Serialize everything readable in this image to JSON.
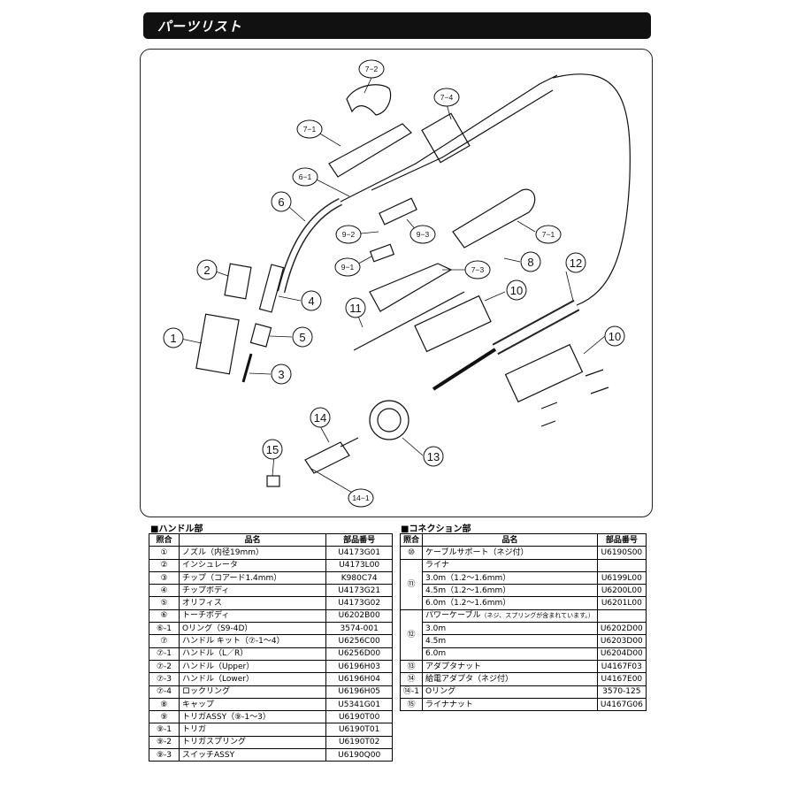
{
  "header": {
    "title": "パーツリスト"
  },
  "diagram": {
    "callouts": [
      "7−2",
      "7−4",
      "7−1",
      "6−1",
      "6",
      "9−2",
      "9−3",
      "7−1",
      "8",
      "9−1",
      "7−3",
      "2",
      "12",
      "10",
      "4",
      "11",
      "1",
      "5",
      "10",
      "3",
      "14",
      "13",
      "15",
      "14−1"
    ]
  },
  "handle_section": {
    "title": "■ハンドル部",
    "headers": {
      "ref": "照合",
      "name": "品名",
      "code": "部品番号"
    },
    "rows": [
      {
        "ref": "①",
        "name": "ノズル（内径19mm）",
        "code": "U4173G01"
      },
      {
        "ref": "②",
        "name": "インシュレータ",
        "code": "U4173L00"
      },
      {
        "ref": "③",
        "name": "チップ（コアード1.4mm）",
        "code": "K980C74"
      },
      {
        "ref": "④",
        "name": "チップボディ",
        "code": "U4173G21"
      },
      {
        "ref": "⑤",
        "name": "オリフィス",
        "code": "U4173G02"
      },
      {
        "ref": "⑥",
        "name": "トーチボディ",
        "code": "U6202B00"
      },
      {
        "ref": "⑥-1",
        "name": "Oリング（S9-4D）",
        "code": "3574-001"
      },
      {
        "ref": "⑦",
        "name": "ハンドル キット（⑦-1～4）",
        "code": "U6256C00"
      },
      {
        "ref": "⑦-1",
        "name": "ハンドル（L／R）",
        "code": "U6256D00"
      },
      {
        "ref": "⑦-2",
        "name": "ハンドル（Upper）",
        "code": "U6196H03"
      },
      {
        "ref": "⑦-3",
        "name": "ハンドル（Lower）",
        "code": "U6196H04"
      },
      {
        "ref": "⑦-4",
        "name": "ロックリング",
        "code": "U6196H05"
      },
      {
        "ref": "⑧",
        "name": "キャップ",
        "code": "U5341G01"
      },
      {
        "ref": "⑨",
        "name": "トリガASSY（⑨-1～3）",
        "code": "U6190T00"
      },
      {
        "ref": "⑨-1",
        "name": "トリガ",
        "code": "U6190T01"
      },
      {
        "ref": "⑨-2",
        "name": "トリガスプリング",
        "code": "U6190T02"
      },
      {
        "ref": "⑨-3",
        "name": "スイッチASSY",
        "code": "U6190Q00"
      }
    ]
  },
  "connection_section": {
    "title": "■コネクション部",
    "headers": {
      "ref": "照合",
      "name": "品名",
      "code": "部品番号"
    },
    "row10": {
      "ref": "⑩",
      "name": "ケーブルサポート（ネジ付）",
      "code": "U6190S00"
    },
    "group11": {
      "ref": "⑪",
      "title": "ライナ",
      "rows": [
        {
          "name": "3.0m（1.2～1.6mm）",
          "code": "U6199L00"
        },
        {
          "name": "4.5m（1.2～1.6mm）",
          "code": "U6200L00"
        },
        {
          "name": "6.0m（1.2～1.6mm）",
          "code": "U6201L00"
        }
      ]
    },
    "group12": {
      "ref": "⑫",
      "title": "パワーケーブル",
      "note": "（ネジ、スプリングが含まれています。）",
      "rows": [
        {
          "name": "3.0m",
          "code": "U6202D00"
        },
        {
          "name": "4.5m",
          "code": "U6203D00"
        },
        {
          "name": "6.0m",
          "code": "U6204D00"
        }
      ]
    },
    "tail_rows": [
      {
        "ref": "⑬",
        "name": "アダプタナット",
        "code": "U4167F03"
      },
      {
        "ref": "⑭",
        "name": "給電アダプタ（ネジ付）",
        "code": "U4167E00"
      },
      {
        "ref": "⑭-1",
        "name": "Oリング",
        "code": "3570-125"
      },
      {
        "ref": "⑮",
        "name": "ライナナット",
        "code": "U4167G06"
      }
    ]
  }
}
